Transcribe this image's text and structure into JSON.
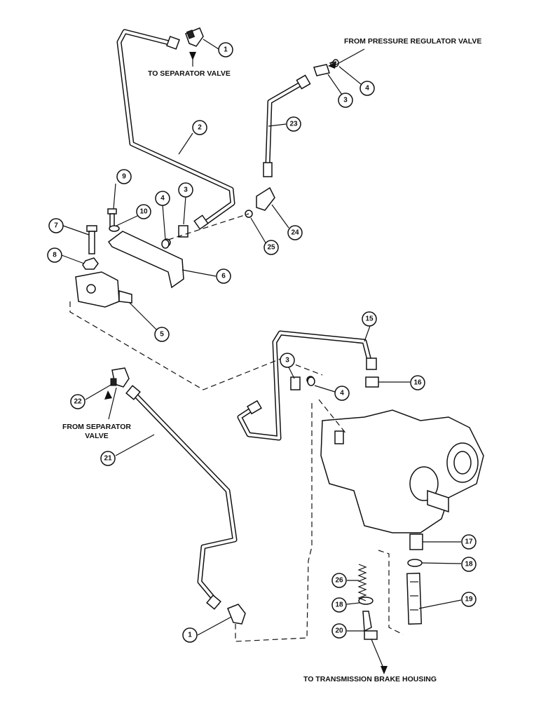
{
  "labels": {
    "to_separator_valve": "TO SEPARATOR VALVE",
    "from_pressure_regulator_valve": "FROM PRESSURE REGULATOR VALVE",
    "from_separator_valve_line1": "FROM SEPARATOR",
    "from_separator_valve_line2": "VALVE",
    "to_transmission_brake_housing": "TO TRANSMISSION BRAKE HOUSING"
  },
  "callouts": {
    "c1a": "1",
    "c1b": "1",
    "c2": "2",
    "c3a": "3",
    "c3b": "3",
    "c3c": "3",
    "c4a": "4",
    "c4b": "4",
    "c4c": "4",
    "c5": "5",
    "c6": "6",
    "c7": "7",
    "c8": "8",
    "c9": "9",
    "c10": "10",
    "c15": "15",
    "c16": "16",
    "c17": "17",
    "c18a": "18",
    "c18b": "18",
    "c19": "19",
    "c20": "20",
    "c21": "21",
    "c22": "22",
    "c23": "23",
    "c24": "24",
    "c25": "25",
    "c26": "26"
  }
}
